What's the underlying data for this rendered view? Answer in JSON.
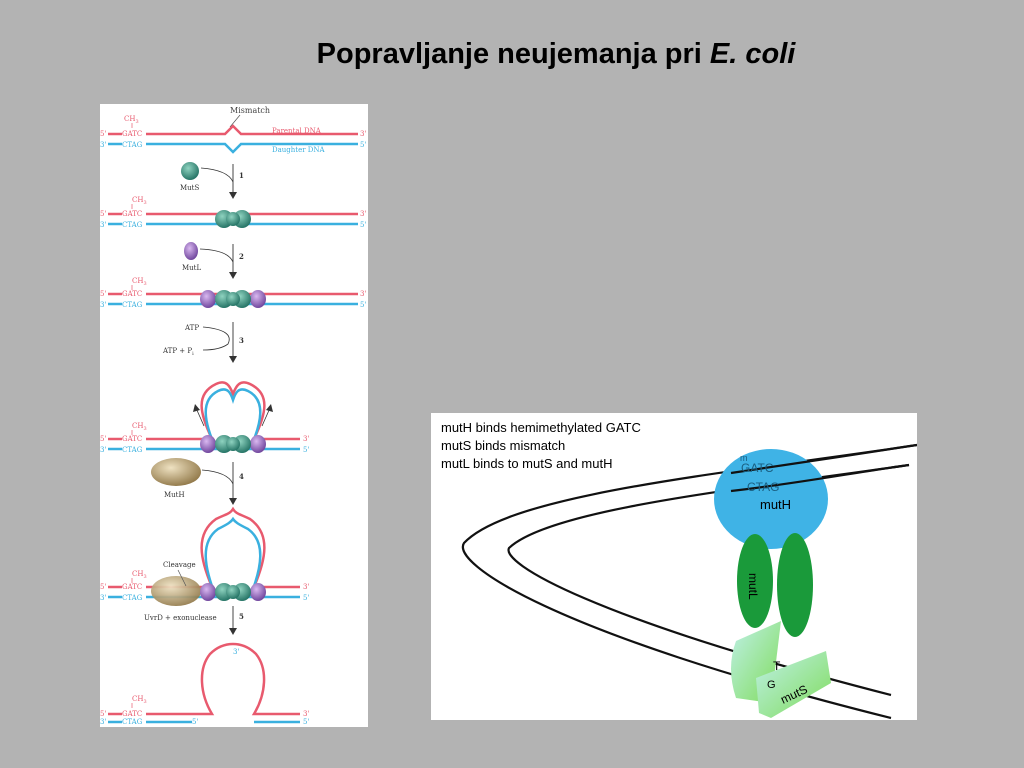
{
  "title": {
    "main": "Popravljanje neujemanja pri ",
    "italic": "E. coli"
  },
  "colors": {
    "background": "#b3b3b3",
    "parental_strand": "#e85a6e",
    "daughter_strand": "#3ab0df",
    "muts": "#2e8b7a",
    "mutl": "#9b6fc0",
    "muth": "#b8a070",
    "muth_blue": "#3fb3e6",
    "mutl_green": "#1a9a3a"
  },
  "left_diagram": {
    "mismatch_label": "Mismatch",
    "parental_label": "Parental DNA",
    "daughter_label": "Daughter DNA",
    "ch3": "CH",
    "ch3_sub": "3",
    "gatc": "GATC",
    "ctag": "CTAG",
    "five_prime": "5'",
    "three_prime": "3'",
    "step1": "1",
    "step2": "2",
    "step3": "3",
    "step4": "4",
    "step5": "5",
    "muts_label": "MutS",
    "mutl_label": "MutL",
    "muth_label": "MutH",
    "atp": "ATP",
    "atp_pi": "ATP + P",
    "pi_sub": "i",
    "cleavage": "Cleavage",
    "uvrd": "UvrD + exonuclease"
  },
  "right_diagram": {
    "line1": "mutH binds hemimethylated GATC",
    "line2": "mutS binds mismatch",
    "line3": "mutL binds to mutS and mutH",
    "m": "m",
    "gatc": "GATC",
    "ctag": "CTAG",
    "muth": "mutH",
    "mutl": "mutL",
    "muts": "mutS",
    "t": "T",
    "g": "G"
  }
}
